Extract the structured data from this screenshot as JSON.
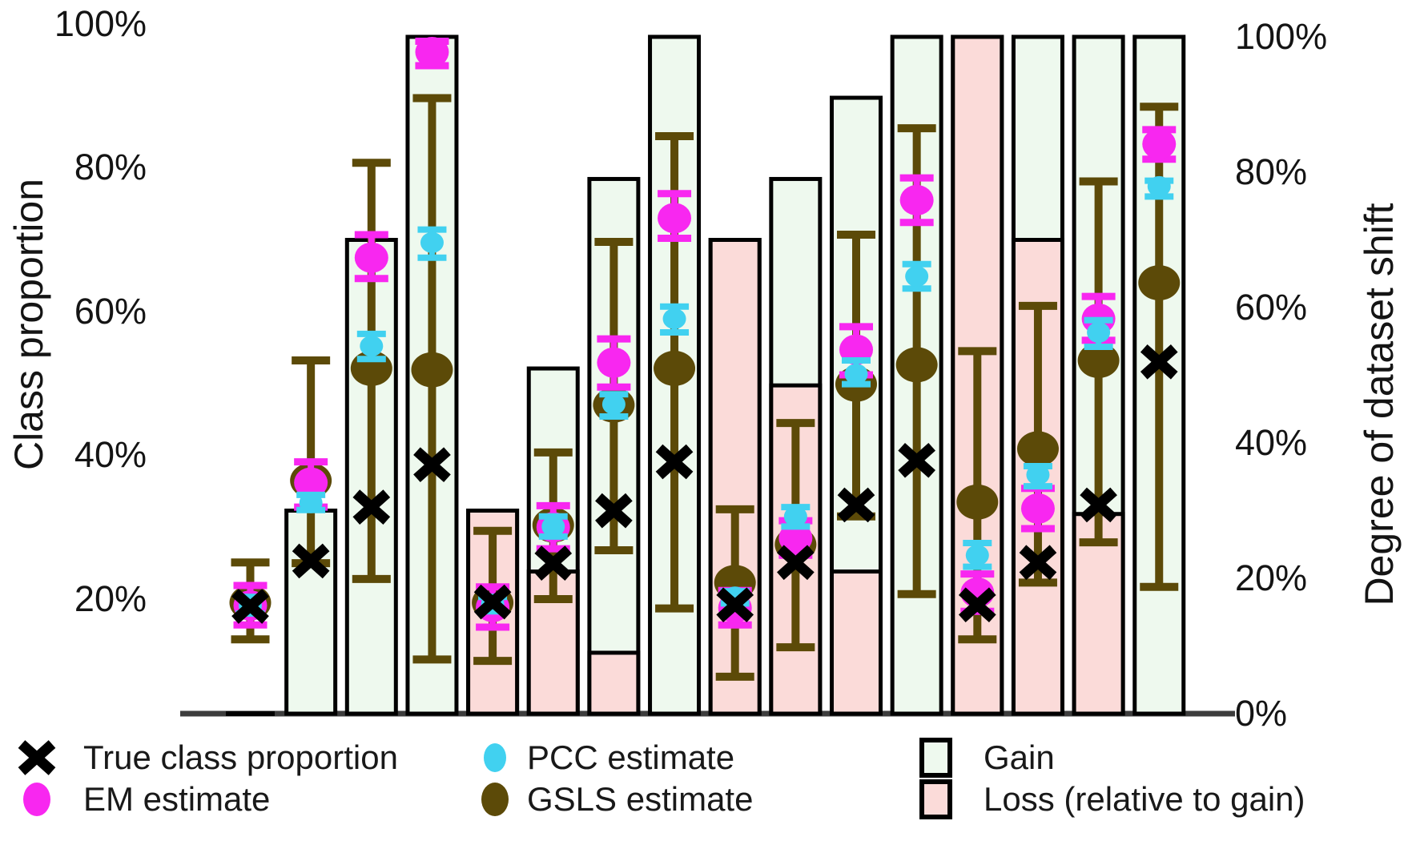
{
  "figure": {
    "left_axis_title": "Class proportion",
    "right_axis_title": "Degree of dataset shift",
    "left_ticks": [
      "100%",
      "80%",
      "60%",
      "40%",
      "20%"
    ],
    "right_ticks": [
      "100%",
      "80%",
      "60%",
      "40%",
      "20%",
      "0%"
    ]
  },
  "legend": {
    "true_label": "True class proportion",
    "em_label": "EM estimate",
    "pcc_label": "PCC estimate",
    "gsls_label": "GSLS estimate",
    "gain_label": "Gain",
    "loss_label": "Loss (relative to gain)"
  },
  "chart_data": {
    "type": "bar",
    "title": "",
    "n_groups": 16,
    "units": "percent",
    "left_axis": {
      "label": "Class proportion",
      "ticks": [
        100,
        80,
        60,
        40,
        20
      ],
      "range": [
        0,
        100
      ]
    },
    "right_axis": {
      "label": "Degree of dataset shift",
      "ticks": [
        100,
        80,
        60,
        40,
        20,
        0
      ],
      "range": [
        0,
        100
      ]
    },
    "legend_position": "bottom",
    "grid": false,
    "bars": {
      "gain": [
        0,
        30,
        70,
        100,
        30,
        51,
        79,
        100,
        70,
        79,
        91,
        100,
        100,
        100,
        100,
        100
      ],
      "loss": [
        0,
        0,
        0,
        0,
        30,
        21,
        9,
        0,
        70,
        48.5,
        21,
        0,
        100,
        70,
        29.5,
        0
      ]
    },
    "markers": {
      "true_class_proportion": [
        19,
        25.3,
        32.8,
        38.7,
        19.6,
        25,
        32.3,
        39.1,
        19.2,
        25.1,
        33.1,
        39.3,
        19.2,
        25.1,
        33.1,
        53
      ],
      "em": {
        "value": [
          19.1,
          36.2,
          67.5,
          96.1,
          18.9,
          30,
          52.9,
          73,
          18.8,
          28.5,
          54.7,
          75.5,
          20.9,
          32.6,
          59,
          83.3
        ],
        "lo": [
          16.4,
          32.8,
          64.6,
          94.2,
          16.1,
          27,
          49.5,
          70.2,
          16.4,
          26.1,
          51.2,
          72.4,
          18.3,
          29.8,
          56,
          81.2
        ],
        "hi": [
          21.9,
          39.1,
          70.7,
          97.6,
          21.7,
          33,
          56.2,
          76.4,
          21.2,
          30.9,
          57.9,
          78.6,
          23.5,
          35.4,
          62.1,
          85.3
        ]
      },
      "pcc": {
        "value": [
          19.1,
          33.4,
          55.2,
          69.6,
          19.3,
          30.1,
          47.1,
          59,
          20.3,
          31.5,
          51.3,
          64.9,
          26.1,
          37.3,
          57.1,
          77.4
        ],
        "lo": [
          18,
          32.4,
          53.4,
          67.5,
          18.3,
          28.7,
          45.4,
          57.1,
          19.4,
          30.1,
          49.9,
          63.2,
          24.5,
          35.7,
          55.1,
          76
        ],
        "hi": [
          20.3,
          34.5,
          56.9,
          71.4,
          20.3,
          31.5,
          48.5,
          60.7,
          21.1,
          32.8,
          53.2,
          66.6,
          27.8,
          38.5,
          58.8,
          78.2
        ]
      },
      "gsls": {
        "value": [
          19.5,
          36.5,
          52.1,
          51.9,
          19.5,
          30.3,
          47,
          52.1,
          22.3,
          27.6,
          49.9,
          52.6,
          33.5,
          40.9,
          53.2,
          64
        ],
        "lo": [
          14.4,
          25,
          22.8,
          11.6,
          11.4,
          20,
          26.8,
          18.7,
          9.2,
          13.3,
          31.5,
          20.7,
          14.4,
          22.3,
          27.9,
          21.7
        ],
        "hi": [
          25.1,
          53.2,
          80.7,
          89.7,
          29.5,
          40.4,
          69.7,
          84.4,
          32.5,
          44.5,
          70.7,
          85.5,
          54.5,
          60.8,
          78.1,
          88.5
        ]
      }
    },
    "colors": {
      "gain_fill": "#eef9ee",
      "loss_fill": "#fbdbd9",
      "bar_outline": "#000000",
      "em": "#f827f0",
      "pcc": "#41d1f0",
      "gsls": "#5c4a08",
      "true_x": "#000000",
      "axis_line": "#3d3d3d"
    }
  }
}
